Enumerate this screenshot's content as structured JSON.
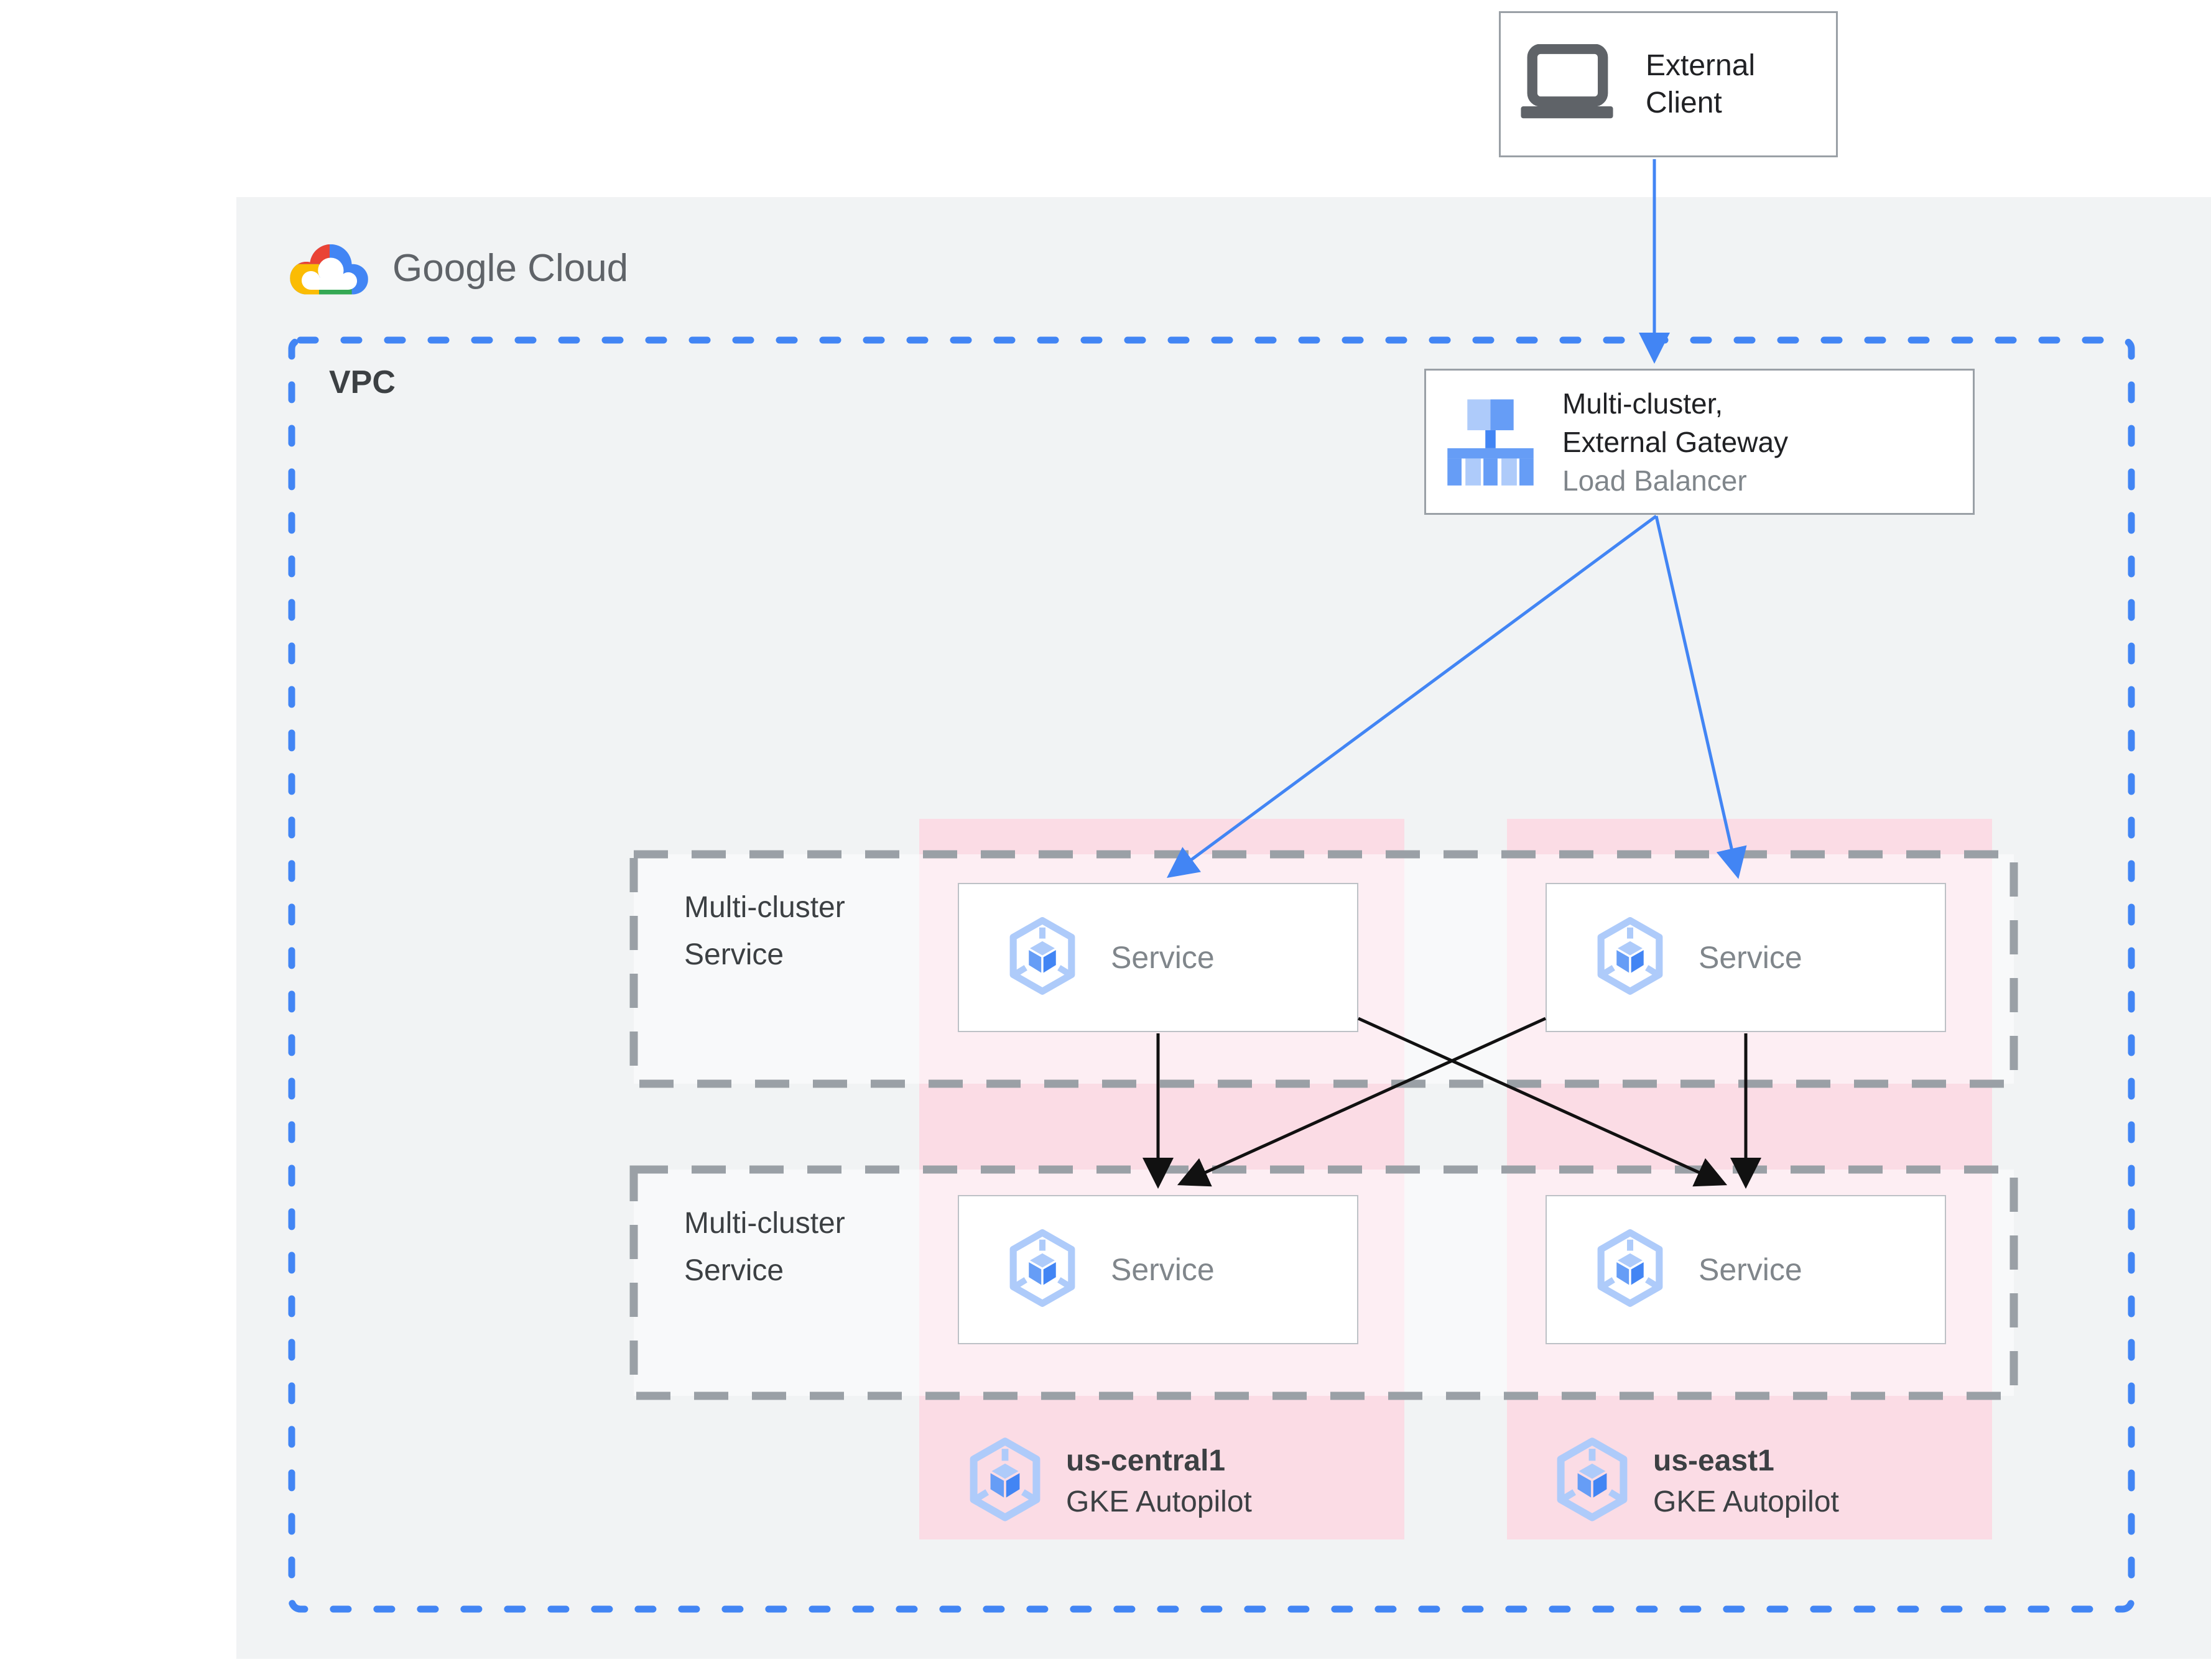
{
  "external_client": {
    "label": "External Client"
  },
  "logo": {
    "brand": "Google",
    "product": "Cloud"
  },
  "vpc": {
    "label": "VPC"
  },
  "load_balancer": {
    "title_line1": "Multi-cluster,",
    "title_line2": "External Gateway",
    "subtitle": "Load Balancer"
  },
  "mcs_rows": [
    {
      "label": "Multi-cluster Service",
      "services": [
        {
          "label": "Service"
        },
        {
          "label": "Service"
        }
      ]
    },
    {
      "label": "Multi-cluster Service",
      "services": [
        {
          "label": "Service"
        },
        {
          "label": "Service"
        }
      ]
    }
  ],
  "clusters": [
    {
      "region": "us-central1",
      "platform": "GKE Autopilot"
    },
    {
      "region": "us-east1",
      "platform": "GKE Autopilot"
    }
  ],
  "colors": {
    "google_blue": "#4285f4",
    "light_blue": "#aecbfa",
    "medium_blue": "#669df6",
    "pink_band": "#fbdce5",
    "panel_bg": "#f1f3f4",
    "dash_gray": "#9aa0a6",
    "border_gray": "#bdc1c6",
    "text_dark": "#202124",
    "text_gray": "#80868b",
    "logo_red": "#ea4335",
    "logo_yellow": "#fbbc04",
    "logo_green": "#34a853"
  }
}
